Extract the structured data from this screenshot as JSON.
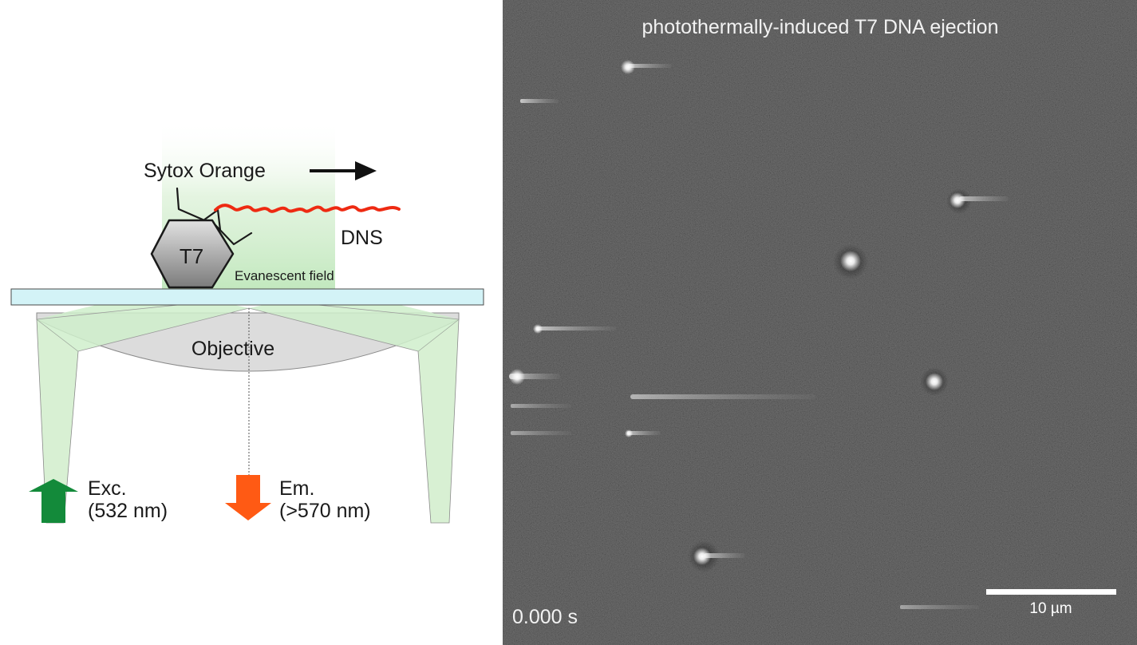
{
  "diagram": {
    "sytox_label": "Sytox Orange",
    "t7_label": "T7",
    "dns_label": "DNS",
    "evanescent_label": "Evanescent field",
    "objective_label": "Objective",
    "excitation": {
      "line1": "Exc.",
      "line2": "(532 nm)",
      "color": "#138a3a"
    },
    "emission": {
      "line1": "Em.",
      "line2": "(>570 nm)",
      "color": "#ff5a14"
    },
    "dna_color": "#ee2a12",
    "field_color": "#cdebc8",
    "glass_color": "#d3f3f7"
  },
  "micrograph": {
    "title": "photothermally-induced T7 DNA ejection",
    "time_stamp": "0.000 s",
    "scale_bar_label": "10 µm"
  }
}
